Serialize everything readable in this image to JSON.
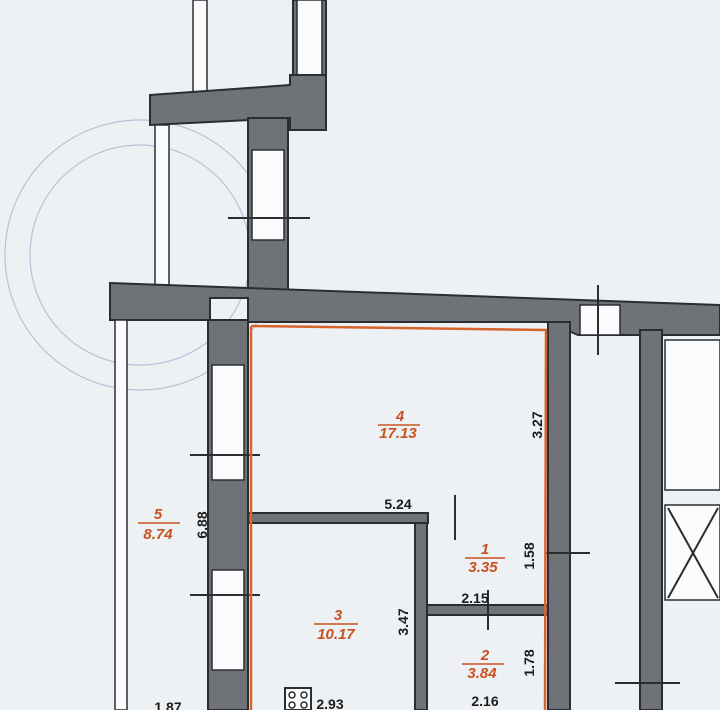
{
  "rooms": [
    {
      "number": "4",
      "area": "17.13"
    },
    {
      "number": "5",
      "area": "8.74"
    },
    {
      "number": "3",
      "area": "10.17"
    },
    {
      "number": "1",
      "area": "3.35"
    },
    {
      "number": "2",
      "area": "3.84"
    }
  ],
  "dimensions": {
    "d_327": "3.27",
    "d_524": "5.24",
    "d_688": "6.88",
    "d_158": "1.58",
    "d_215": "2.15",
    "d_347": "3.47",
    "d_178": "1.78",
    "d_216": "2.16",
    "d_293": "2.93",
    "d_partial": "1.87"
  },
  "colors": {
    "wall": "#6f7378",
    "outline": "#d5642d",
    "paper": "#eef1f4"
  }
}
